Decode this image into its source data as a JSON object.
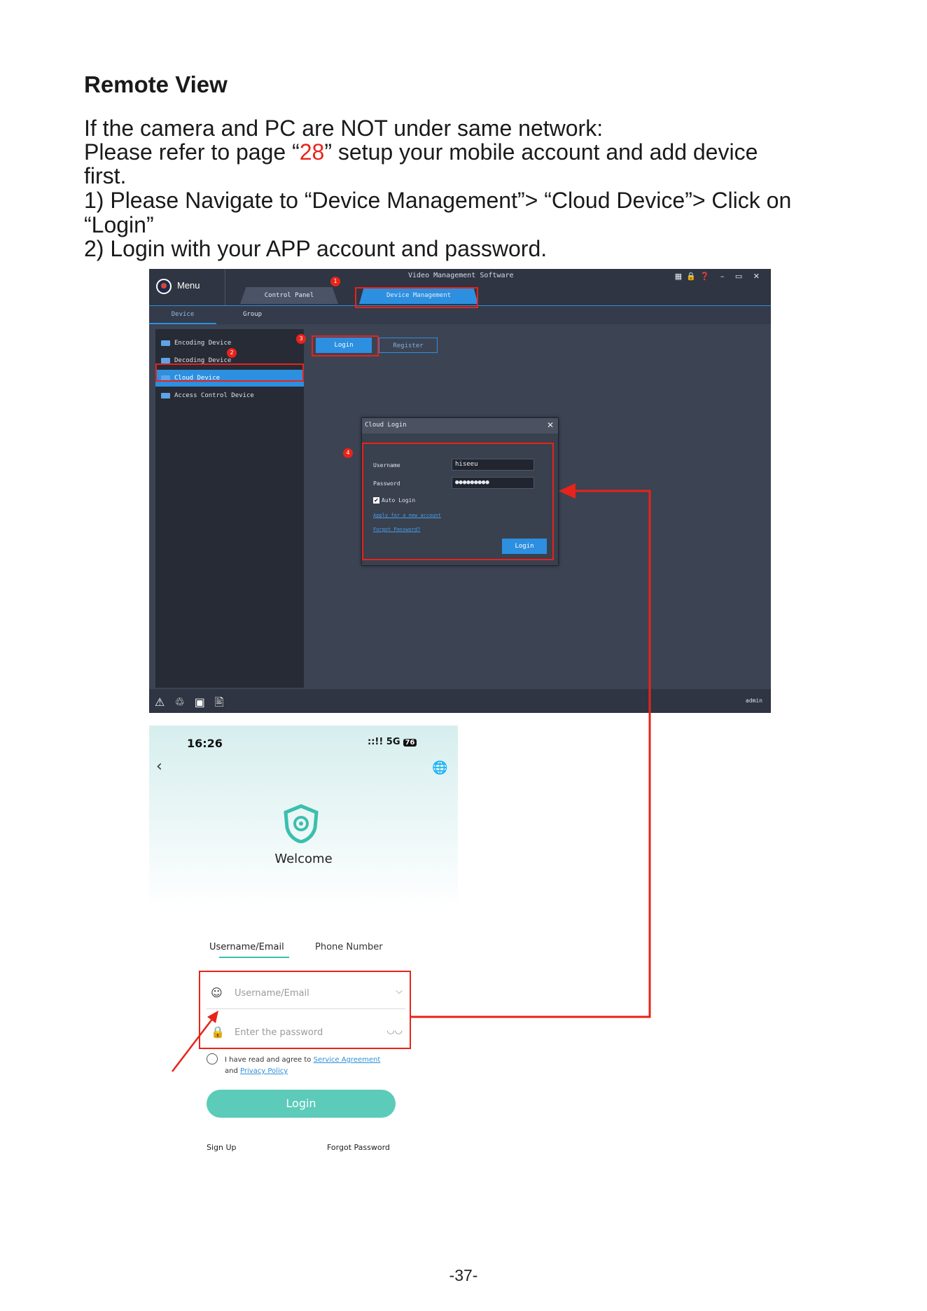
{
  "heading": "Remote View",
  "intro": {
    "line1": "If the camera and PC are NOT under same network:",
    "line2_pre": "Please refer to page  “",
    "line2_page": "28",
    "line2_post": "” setup your mobile account and add device",
    "line3": "first.",
    "line4": "1) Please Navigate to “Device Management”> “Cloud Device”> Click on",
    "line5": "“Login”",
    "line6": "2) Login with your APP account and password."
  },
  "app": {
    "menu_label": "Menu",
    "window_title": "Video Management Software",
    "titlebar_icons": "▦🔒❓ – ▭ ✕",
    "tabs": {
      "control_panel": "Control Panel",
      "device_management": "Device Management"
    },
    "subtabs": {
      "device": "Device",
      "group": "Group"
    },
    "sidebar": {
      "encoding": "Encoding Device",
      "decoding": "Decoding Device",
      "cloud": "Cloud Device",
      "access": "Access Control Device"
    },
    "buttons": {
      "login": "Login",
      "register": "Register"
    },
    "dialog": {
      "title": "Cloud Login",
      "close": "✕",
      "username_label": "Username",
      "username_value": "hiseeu",
      "password_label": "Password",
      "password_value": "●●●●●●●●●",
      "auto_login": "Auto Login",
      "apply_link": "Apply for a new account",
      "forgot_link": "Forgot Password?",
      "login_button": "Login"
    },
    "status_icons": "⚠♲▣🖹",
    "status_user": "admin"
  },
  "badges": {
    "b1": "1",
    "b2": "2",
    "b3": "3",
    "b4": "4"
  },
  "phone": {
    "time": "16:26",
    "signal": "::!! 5G",
    "battery": "76",
    "back": "‹",
    "globe": "🌐",
    "welcome": "Welcome",
    "tab_email": "Username/Email",
    "tab_phone": "Phone Number",
    "username_placeholder": "Username/Email",
    "username_icon": "☺",
    "dropdown": "⌵",
    "password_placeholder": "Enter the password",
    "password_icon": "🔒",
    "eye": "◡◡",
    "agree_pre": "I have read and agree to ",
    "agree_link1": "Service Agreement",
    "agree_mid": " and ",
    "agree_link2": "Privacy Policy",
    "login": "Login",
    "signup": "Sign Up",
    "forgot": "Forgot Password"
  },
  "page_number": "-37-",
  "colors": {
    "accent_red": "#e8231a",
    "app_blue": "#2d8fe0",
    "app_teal": "#5ccbb9"
  }
}
